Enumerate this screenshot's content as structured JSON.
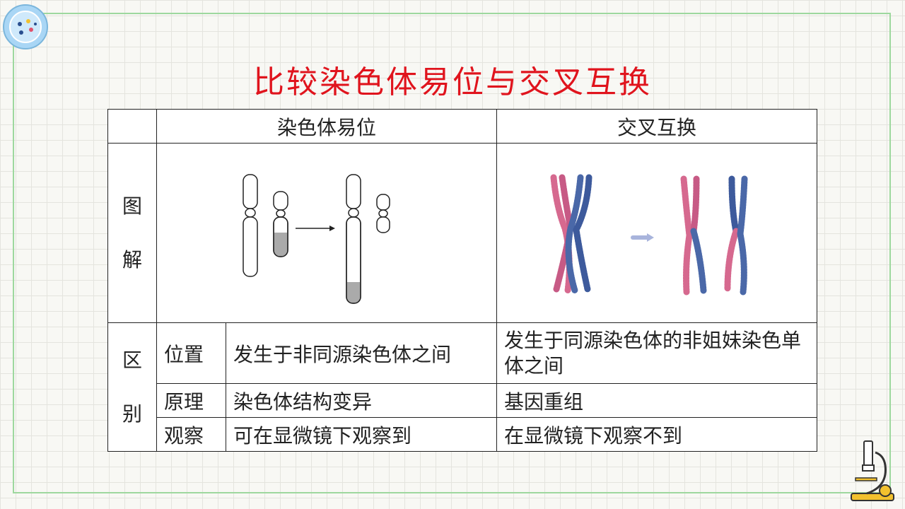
{
  "title": "比较染色体易位与交叉互换",
  "headers": {
    "col1": "染色体易位",
    "col2": "交叉互换"
  },
  "figure_row": {
    "label_chars": [
      "图",
      "解"
    ]
  },
  "diff_row": {
    "label_chars": [
      "区",
      "别"
    ]
  },
  "rows": [
    {
      "aspect": "位置",
      "translocation": "发生于非同源染色体之间",
      "crossover": "发生于同源染色体的非姐妹染色单体之间"
    },
    {
      "aspect": "原理",
      "translocation": "染色体结构变异",
      "crossover": "基因重组"
    },
    {
      "aspect": "观察",
      "translocation": "可在显微镜下观察到",
      "crossover": "在显微镜下观察不到"
    }
  ]
}
